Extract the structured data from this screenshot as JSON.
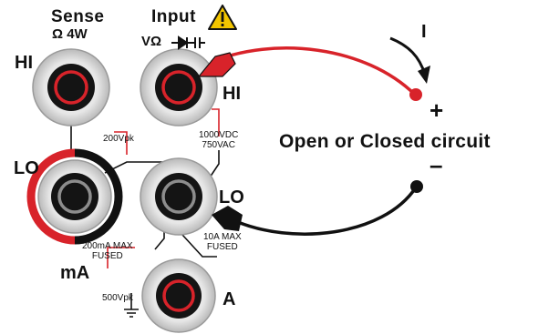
{
  "labels": {
    "sense_title": "Sense",
    "sense_sub": "Ω 4W",
    "input_title": "Input",
    "input_sub": "VΩ",
    "hi_left": "HI",
    "hi_right": "HI",
    "lo_left": "LO",
    "lo_right": "LO",
    "ma": "mA",
    "amp": "A",
    "v200": "200Vpk",
    "v1000_line1": "1000VDC",
    "v1000_line2": "750VAC",
    "ma_max_line1": "200mA MAX",
    "ma_max_line2": "FUSED",
    "a10_line1": "10A MAX",
    "a10_line2": "FUSED",
    "v500": "500Vpk",
    "circuit": "Open or Closed circuit",
    "current": "I",
    "plus": "+",
    "minus": "–"
  },
  "colors": {
    "red": "#d8232a",
    "black": "#111111",
    "gray": "#c9c9c9",
    "warning": "#f2c500"
  }
}
